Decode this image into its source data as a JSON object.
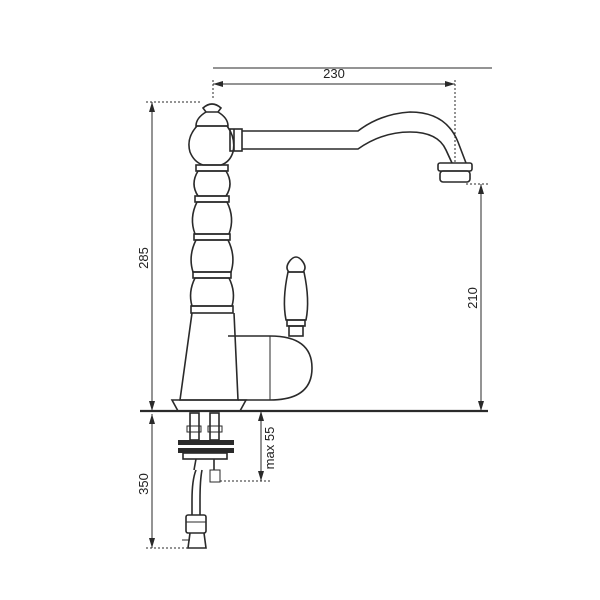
{
  "dimensions": {
    "spout_reach": "230",
    "total_height": "285",
    "spout_height": "210",
    "deck_thickness": "max 55",
    "hose_length": "350"
  }
}
